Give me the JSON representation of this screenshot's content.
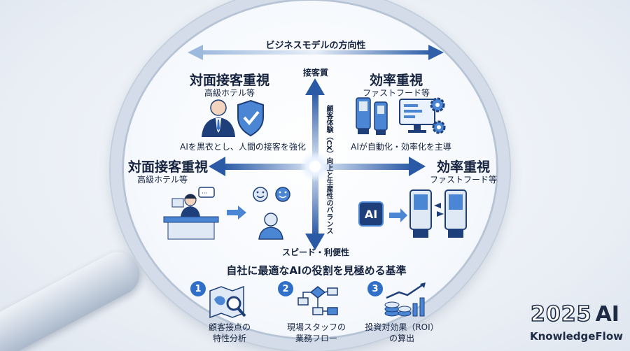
{
  "colors": {
    "primary": "#2f6fc8",
    "dark": "#1e3f7a",
    "text": "#15233f",
    "accent": "#4a86d4"
  },
  "diagram": {
    "top_arrow_label": "ビジネスモデルの方向性",
    "axis_top_label": "接客質",
    "axis_bottom_label": "スピード・利便性",
    "axis_vertical_caption": "顧客体験（CX）向上と生産性のバランス",
    "quadrant_top_left": {
      "title": "対面接客重視",
      "subtitle": "高級ホテル等",
      "caption": "AIを黒衣とし、人間の接客を強化"
    },
    "quadrant_top_right": {
      "title": "効率重視",
      "subtitle": "ファストフード等",
      "caption": "AIが自動化・効率化を主導"
    },
    "mid_left": {
      "title": "対面接客重視",
      "subtitle": "高級ホテル等"
    },
    "mid_right": {
      "title": "効率重視",
      "subtitle": "ファストフード等"
    },
    "ai_chip_label": "AI"
  },
  "criteria": {
    "heading": "自社に最適なAIの役割を見極める基準",
    "items": [
      {
        "number": "1",
        "label_line1": "顧客接点の",
        "label_line2": "特性分析",
        "icon": "map-magnifier-icon"
      },
      {
        "number": "2",
        "label_line1": "現場スタッフの",
        "label_line2": "業務フロー",
        "icon": "flowchart-icon"
      },
      {
        "number": "3",
        "label_line1": "投資対効果（ROI）",
        "label_line2": "の算出",
        "icon": "coins-growth-icon"
      }
    ]
  },
  "brand": {
    "year": "2025",
    "ai": "AI",
    "name": "KnowledgeFlow"
  }
}
